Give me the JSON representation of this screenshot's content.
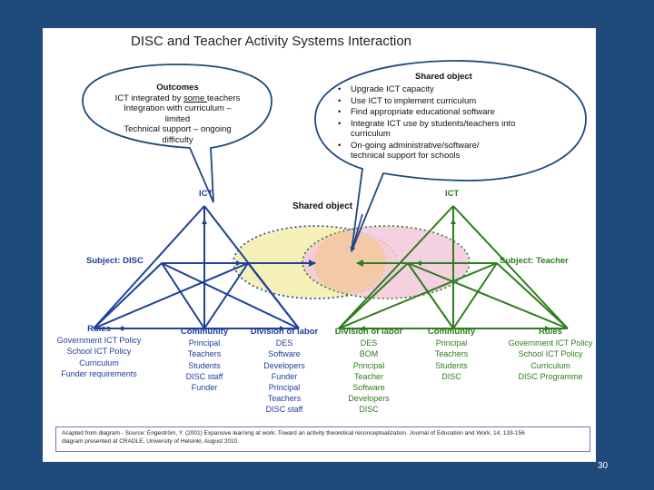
{
  "slide": {
    "title": "DISC and Teacher Activity Systems Interaction",
    "page_number": "30"
  },
  "outcomes": {
    "title": "Outcomes",
    "line1_pre": "ICT integrated by ",
    "line1_underlined": "some ",
    "line1_post": "teachers",
    "line2": "Integration with curriculum –",
    "line3": "limited",
    "line4": "Technical support – ongoing",
    "line5": "difficulty"
  },
  "shared_object_callout": {
    "title": "Shared object",
    "items": [
      "Upgrade ICT capacity",
      "Use ICT to implement curriculum",
      "Find appropriate educational software",
      "Integrate ICT use by students/teachers into curriculum",
      "On-going administrative/software/ technical support for schools"
    ]
  },
  "diagram": {
    "shared_object_label": "Shared object",
    "left": {
      "tool": "ICT",
      "subject": "Subject: DISC",
      "rules_title": "Rules",
      "rules_items": [
        "Government ICT Policy",
        "School ICT Policy",
        "Curriculum",
        "Funder requirements"
      ],
      "community_title": "Community",
      "community_items": [
        "Principal",
        "Teachers",
        "Students",
        "DISC staff",
        "Funder"
      ],
      "division_title": "Division of labor",
      "division_items": [
        "DES",
        "Software",
        "Developers",
        "Funder",
        "Principal",
        "Teachers",
        "DISC staff"
      ]
    },
    "right": {
      "tool": "ICT",
      "subject": "Subject: Teacher",
      "rules_title": "Rules",
      "rules_items": [
        "Government ICT Policy",
        "School ICT Policy",
        "Curriculum",
        "DISC Programme"
      ],
      "community_title": "Community",
      "community_items": [
        "Principal",
        "Teachers",
        "Students",
        "DISC"
      ],
      "division_title": "Division of labor",
      "division_items": [
        "DES",
        "BOM",
        "Principal",
        "Teacher",
        "Software",
        "Developers",
        "DISC"
      ]
    }
  },
  "citation": {
    "line1": "Acapted from diagram - Source: Engeström, Y. (2001) Expansive learning at work: Toward an activity theoretical reconceptualization. Journal of Education and Work, 14, 133-156",
    "line2": "diagram presented at CRADLE, University of Helsinki, August 2010."
  },
  "colors": {
    "background": "#1f4a7c",
    "left_system": "#1f3f9a",
    "right_system": "#2e7d1e",
    "shared_left_fill": "#f4f0b8",
    "shared_right_fill": "#f3c8dc",
    "shared_overlap_fill": "#f3c9a8",
    "callout_border": "#1f4a7c"
  }
}
